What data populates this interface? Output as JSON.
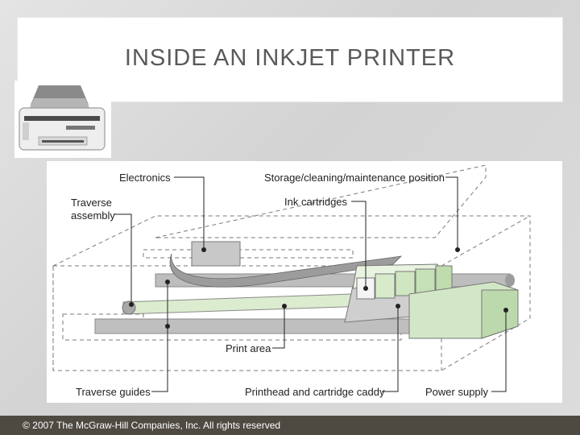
{
  "slide": {
    "title": "INSIDE AN INKJET PRINTER",
    "footer": "© 2007 The McGraw-Hill Companies, Inc. All rights reserved"
  },
  "diagram": {
    "labels": {
      "electronics": "Electronics",
      "storage": "Storage/cleaning/maintenance position",
      "traverse_assembly_1": "Traverse",
      "traverse_assembly_2": "assembly",
      "ink_cartridges": "Ink cartridges",
      "print_area": "Print area",
      "traverse_guides": "Traverse guides",
      "printhead": "Printhead and cartridge caddy",
      "power_supply": "Power supply"
    }
  },
  "colors": {
    "footer_bar": "#4e4a42",
    "title_text": "#595959",
    "accent_green": "#c9e3bd"
  }
}
